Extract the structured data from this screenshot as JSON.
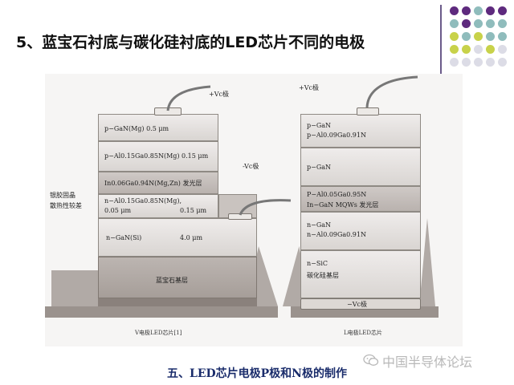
{
  "slide": {
    "title": "5、蓝宝石衬底与碳化硅衬底的LED芯片不同的电极",
    "bottom_title": "五、LED芯片电极P极和N极的制作",
    "watermark": "中国半导体论坛",
    "watermark_icon": "wechat-icon"
  },
  "decor": {
    "dot_colors": [
      "#5e2a7e",
      "#8fbcbc",
      "#c8d24a",
      "#dcdce6"
    ]
  },
  "left_chip": {
    "electrode_top_label": "+Vc极",
    "electrode_mid_label": "-Vc极",
    "layers": [
      "p−GaN(Mg)   0.5 μm",
      "p−Al0.15Ga0.85N(Mg)  0.15 μm",
      "In0.06Ga0.94N(Mg,Zn)  发光层",
      "n−Al0.15Ga0.85N(Mg),",
      "0.05 μm",
      "0.15 μm",
      "n−GaN(Si)",
      "4.0 μm",
      "蓝宝石基层"
    ],
    "side_note": [
      "银胶固晶",
      "散热性较差"
    ],
    "caption": "V电极LED芯片[1]"
  },
  "right_chip": {
    "electrode_top_label": "+Vc极",
    "electrode_bottom_label": "−Vc极",
    "layers": [
      "p−GaN",
      "p−Al0.09Ga0.91N",
      "p−GaN",
      "P−Al0.05Ga0.95N",
      "In−GaN    MQWs    发光层",
      "n−GaN",
      "n−Al0.09Ga0.91N",
      "n−SiC",
      "碳化硅基层"
    ],
    "caption": "L电极LED芯片"
  }
}
